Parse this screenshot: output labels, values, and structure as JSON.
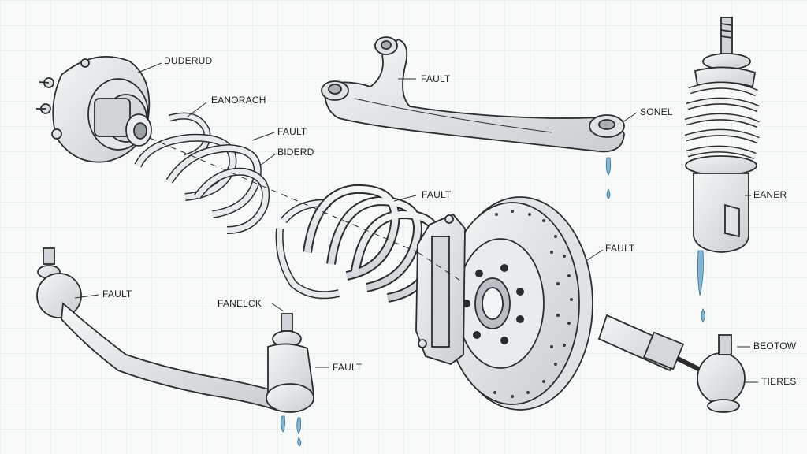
{
  "labels": {
    "duderud": "DUDERUD",
    "eanorach": "EANORACH",
    "fault_spring1": "FAULT",
    "biderd": "BIDERD",
    "fault_control_arm": "FAULT",
    "sonel": "SONEL",
    "fault_spring2": "FAULT",
    "eaner": "EANER",
    "fault_rotor": "FAULT",
    "fault_tie_rod": "FAULT",
    "fanelck": "FANELCK",
    "fault_ball_joint": "FAULT",
    "beotow": "BEOTOW",
    "tieres": "TIERES"
  },
  "colors": {
    "ink": "#2a2c2e",
    "metal_fill": "#e6e9eb",
    "metal_shade": "#c9ced2",
    "fluid": "#7fb8d8",
    "background": "#f8f9f9"
  }
}
